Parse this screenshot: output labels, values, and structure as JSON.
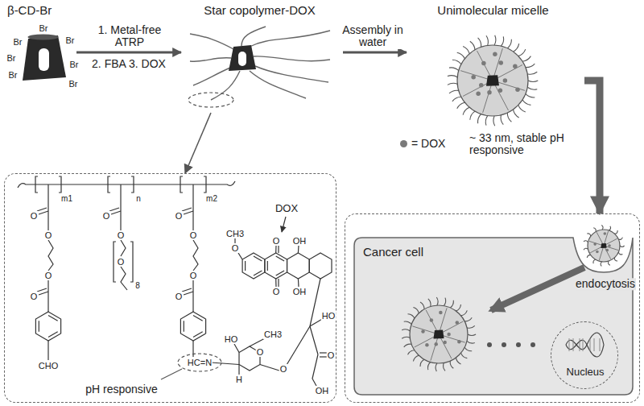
{
  "diagram": {
    "nodes": [
      {
        "text": [
          "β-CD-Br"
        ]
      },
      {
        "text": [
          "Star copolymer-DOX"
        ]
      },
      {
        "text": [
          "Unimolecular micelle"
        ]
      },
      {
        "text": [
          "DOX",
          "pH responsive"
        ]
      },
      {
        "text": [
          "Cancer cell"
        ]
      },
      {
        "text": [
          "Nucleus"
        ],
        "in": 4
      }
    ],
    "edges": [
      {
        "from": 0,
        "to": 1,
        "label": "1. Metal-free ATRP",
        "arrow": "to"
      },
      {
        "from": 1,
        "to": 2,
        "label": "Assembly in water",
        "arrow": "to"
      },
      {
        "from": 1,
        "to": 3,
        "arrow": "to"
      },
      {
        "from": 2,
        "to": 4,
        "arrow": "to"
      }
    ],
    "labels": [
      "2. FBA 3. DOX",
      "~ 33 nm, stable pH responsive",
      "endocytosis",
      "Br",
      "Br",
      "Br",
      "Br",
      "Br",
      "Br",
      "Br",
      "m1",
      "n",
      "m2",
      "CHO",
      "8",
      "HC=N",
      "O",
      "O",
      "O",
      "O",
      "O",
      "O",
      "O",
      "O",
      "O",
      "O",
      "O",
      "CH3",
      "O",
      "O",
      "O",
      "OH",
      "OH",
      "HO",
      "CH3",
      "O",
      "H",
      "O",
      "HO",
      "O",
      "OH"
    ],
    "legend": [
      {
        "text": "= DOX",
        "color": "#7a7a7a"
      }
    ]
  }
}
